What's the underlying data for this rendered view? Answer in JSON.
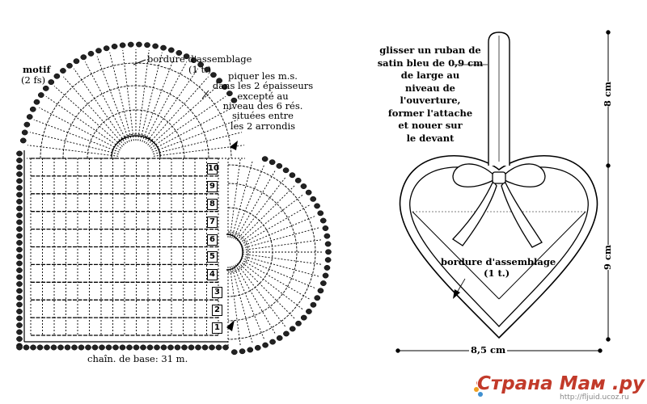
{
  "chart_pattern": {
    "motif_label": "motif",
    "motif_sub": "(2 fs)",
    "border_label": "bordure d'assemblage",
    "border_sub": "(1 t.)",
    "piquer_lines": [
      "piquer les m.s.",
      "dans les 2 épaisseurs",
      "excepté au",
      "niveau des 6 rés.",
      "situées entre",
      "les 2 arrondis"
    ],
    "chain_label": "chaîn. de base: 31 m.",
    "row_numbers": [
      "1",
      "2",
      "3",
      "4",
      "5",
      "6",
      "7",
      "8",
      "9",
      "10"
    ]
  },
  "assembly": {
    "ribbon_lines": [
      "glisser un ruban de",
      "satin bleu de 0,9 cm",
      "de large au",
      "niveau de",
      "l'ouverture,",
      "former l'attache",
      "et nouer sur",
      "le devant"
    ],
    "border_label": "bordure d'assemblage",
    "border_sub": "(1 t.)",
    "dim_width": "8,5 cm",
    "dim_top": "8 cm",
    "dim_height": "9 cm"
  },
  "watermark": {
    "site": "Страна Мам .ру",
    "url": "http://fljuid.ucoz.ru"
  },
  "colors": {
    "ink": "#000000",
    "watermark": "#c23a2a"
  }
}
